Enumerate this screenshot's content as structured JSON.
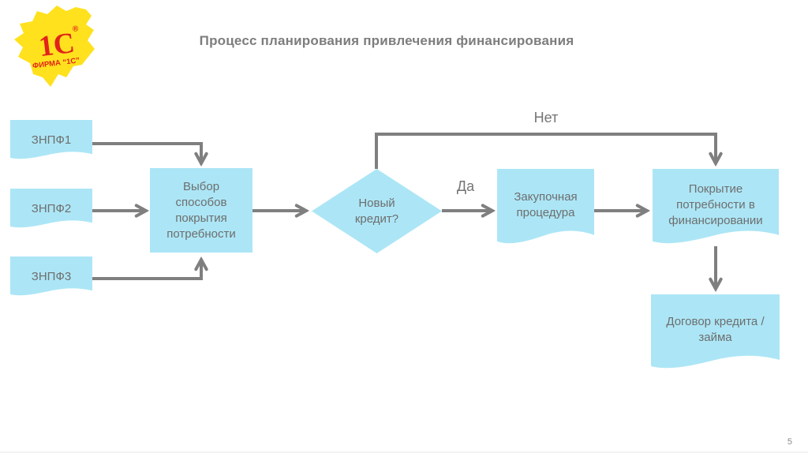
{
  "slide": {
    "title": "Процесс планирования привлечения финансирования",
    "page_number": "5"
  },
  "logo": {
    "brand": "1С",
    "registered": "®",
    "caption": "ФИРМА “1С”"
  },
  "flowchart": {
    "inputs": [
      {
        "label": "ЗНПФ1"
      },
      {
        "label": "ЗНПФ2"
      },
      {
        "label": "ЗНПФ3"
      }
    ],
    "process": {
      "label": "Выбор\nспособов\nпокрытия\nпотребности"
    },
    "decision": {
      "label": "Новый\nкредит?"
    },
    "branch_yes": "Да",
    "branch_no": "Нет",
    "procurement": {
      "label": "Закупочная\nпроцедура"
    },
    "coverage": {
      "label": "Покрытие\nпотребности в\nфинансировании"
    },
    "contract": {
      "label": "Договор кредита /\nзайма"
    }
  },
  "colors": {
    "shape_fill": "#ACE6F6",
    "connector": "#7F7F7F",
    "logo_yellow": "#FFE11E",
    "logo_red": "#E2231A"
  }
}
